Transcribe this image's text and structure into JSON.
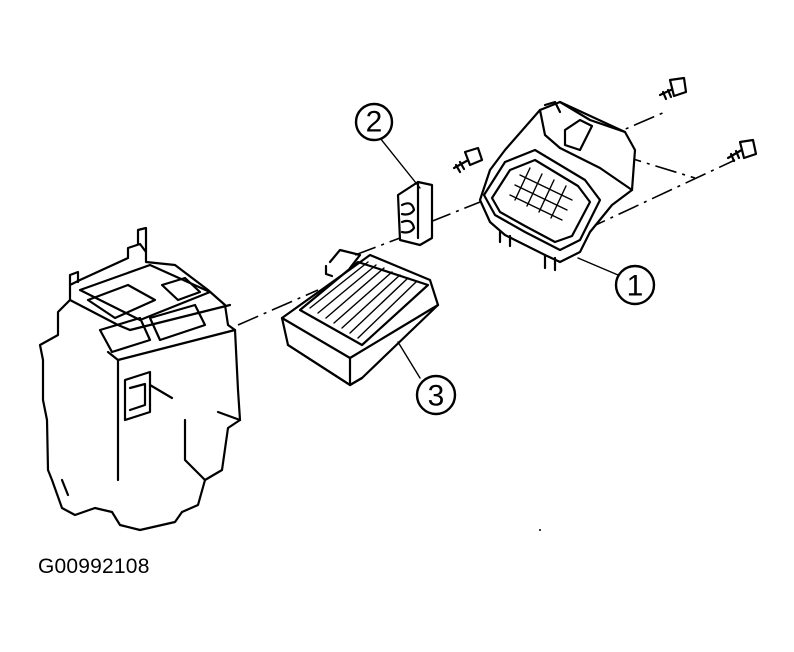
{
  "callouts": {
    "one": "1",
    "two": "2",
    "three": "3"
  },
  "figure_code": "G00992108",
  "colors": {
    "ink": "#000000",
    "paper": "#ffffff"
  }
}
